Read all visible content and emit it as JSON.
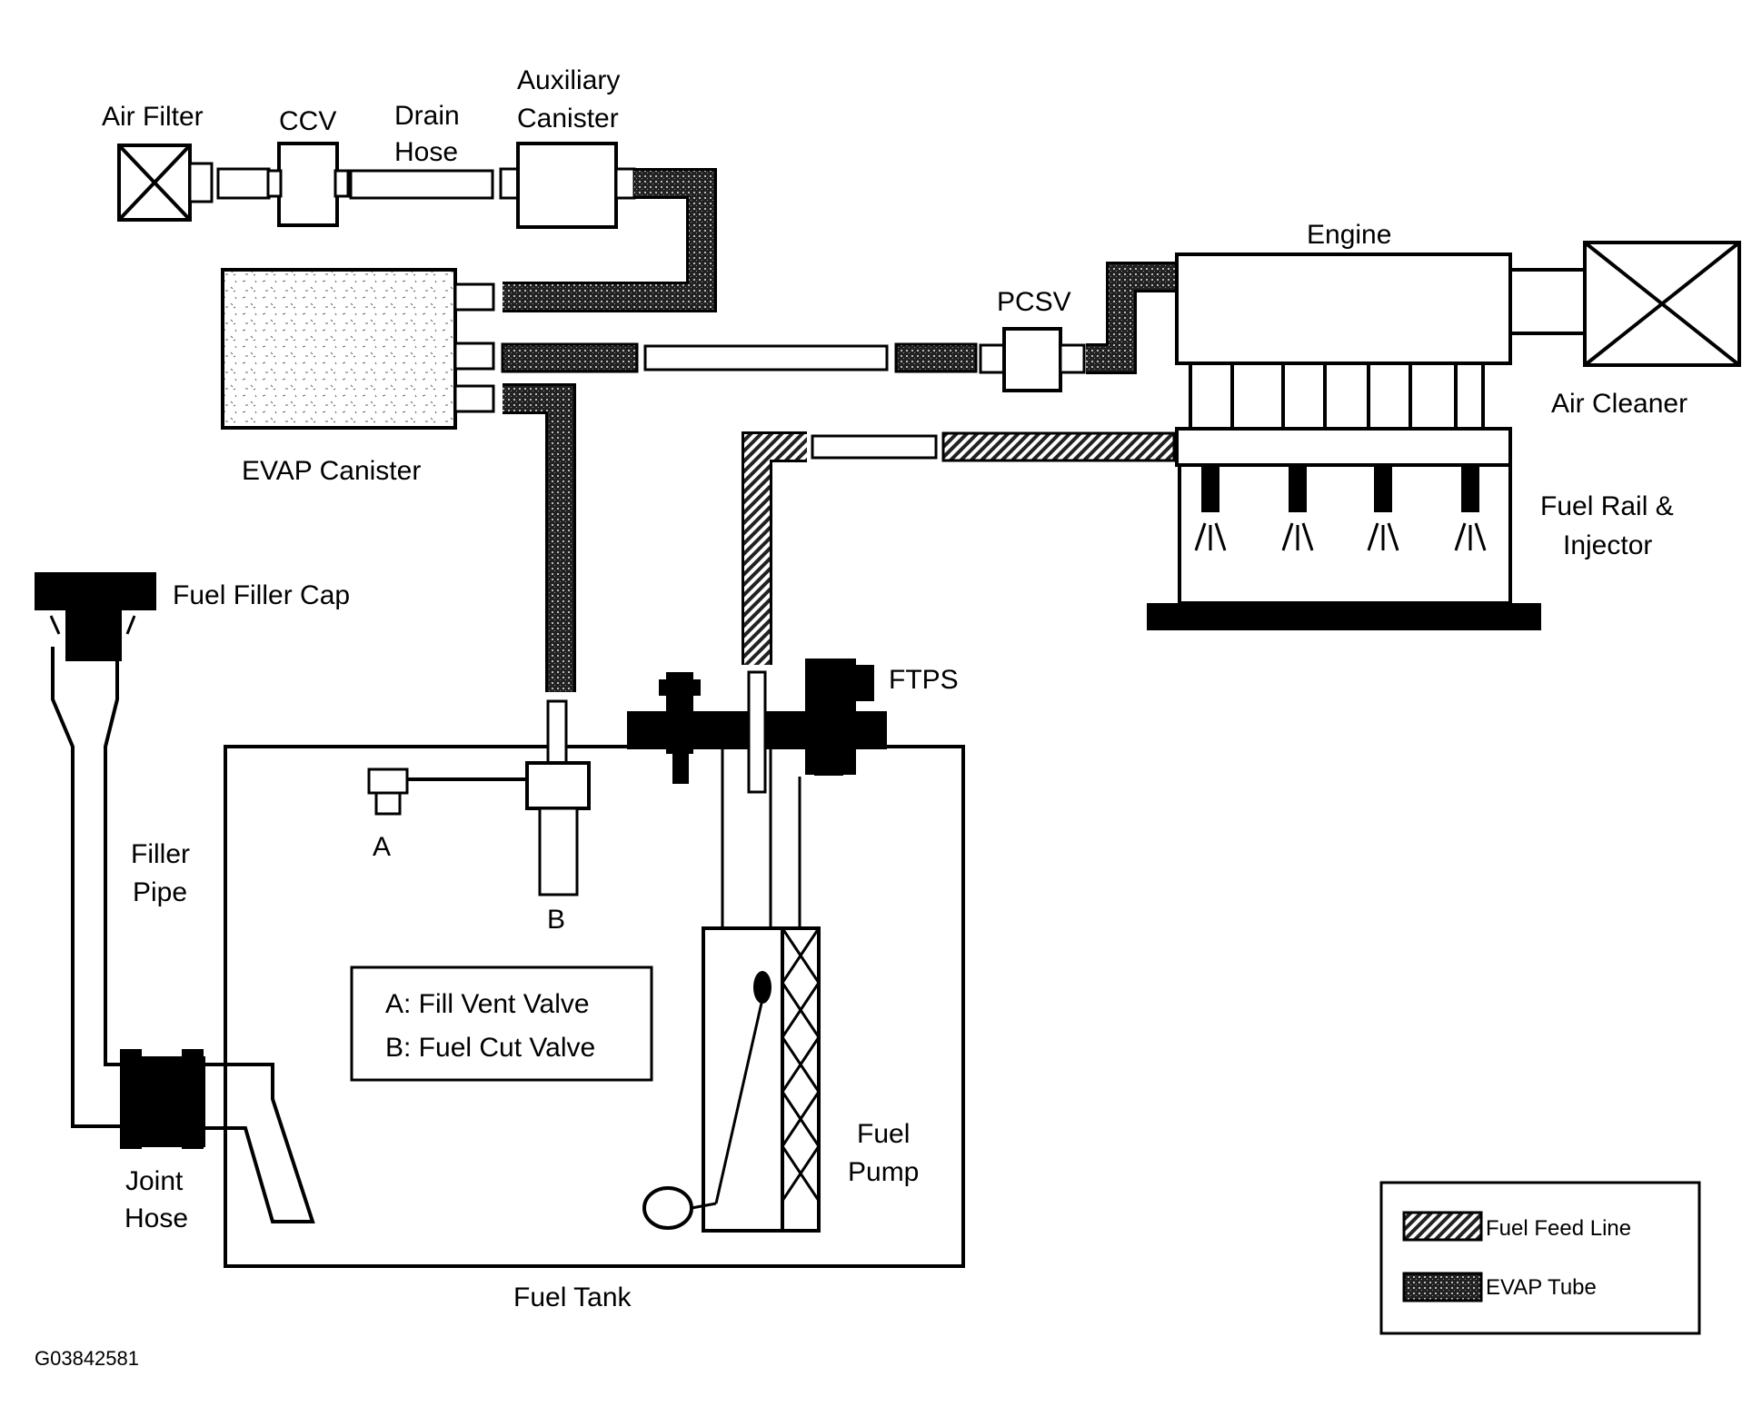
{
  "labels": {
    "air_filter": "Air Filter",
    "ccv": "CCV",
    "drain_hose_1": "Drain",
    "drain_hose_2": "Hose",
    "aux_canister_1": "Auxiliary",
    "aux_canister_2": "Canister",
    "engine": "Engine",
    "pcsv": "PCSV",
    "air_cleaner": "Air Cleaner",
    "evap_canister": "EVAP Canister",
    "fuel_rail_1": "Fuel Rail &",
    "fuel_rail_2": "Injector",
    "fuel_filler_cap": "Fuel Filler Cap",
    "ftps": "FTPS",
    "filler_pipe_1": "Filler",
    "filler_pipe_2": "Pipe",
    "valve_a": "A",
    "valve_b": "B",
    "joint_hose_1": "Joint",
    "joint_hose_2": "Hose",
    "fuel_pump_1": "Fuel",
    "fuel_pump_2": "Pump",
    "fuel_tank": "Fuel Tank",
    "figure_id": "G03842581"
  },
  "key_box": {
    "line_a": "A: Fill Vent Valve",
    "line_b": "B: Fuel Cut Valve"
  },
  "legend": {
    "fuel_feed_line": "Fuel Feed Line",
    "evap_tube": "EVAP Tube"
  }
}
